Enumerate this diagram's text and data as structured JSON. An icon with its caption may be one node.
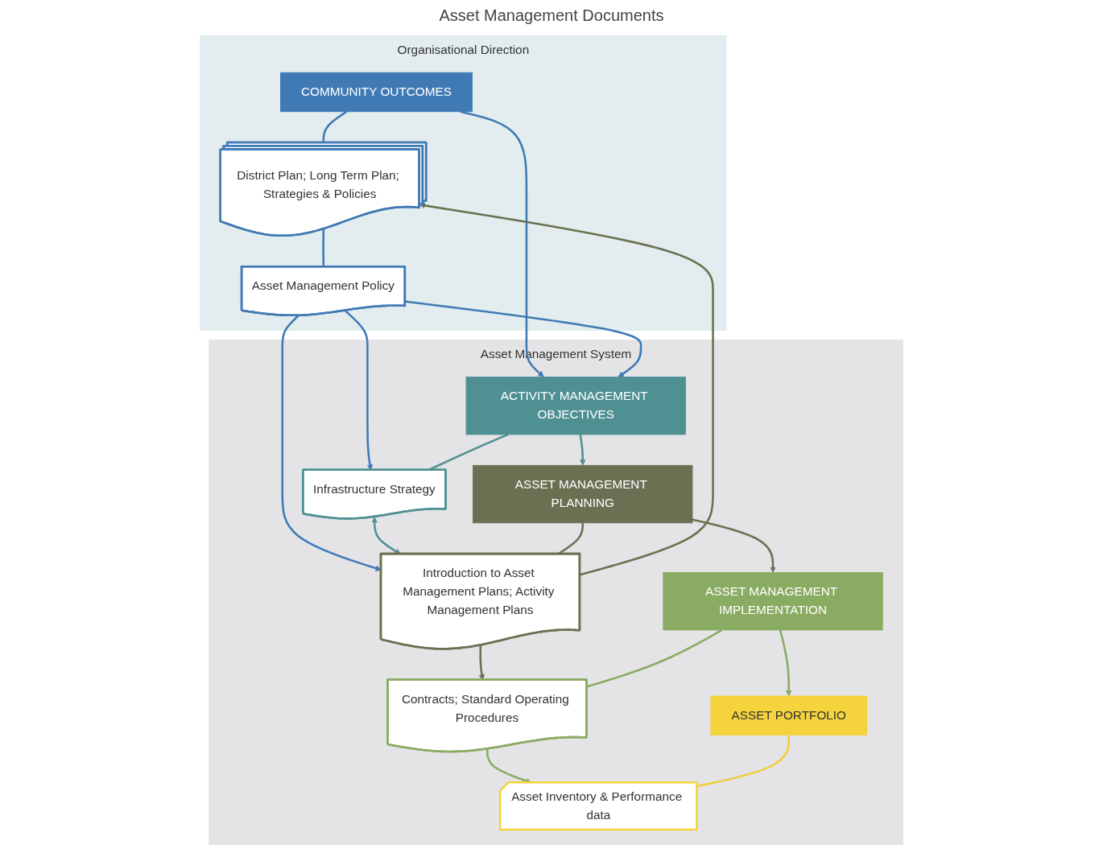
{
  "diagram": {
    "nodes": [
      {
        "text": [
          "Organisational Direction"
        ]
      },
      {
        "text": [
          "COMMUNITY OUTCOMES"
        ],
        "in": 0
      },
      {
        "text": [
          "District Plan; Long Term Plan; Strategies & Policies"
        ],
        "in": 0
      },
      {
        "text": [
          "Asset Management Policy"
        ],
        "in": 0
      },
      {
        "text": [
          "Asset Management System"
        ]
      },
      {
        "text": [
          "ACTIVITY MANAGEMENT OBJECTIVES"
        ],
        "in": 4
      },
      {
        "text": [
          "Infrastructure Strategy"
        ],
        "in": 4
      },
      {
        "text": [
          "ASSET MANAGEMENT PLANNING"
        ],
        "in": 4
      },
      {
        "text": [
          "Introduction to Asset Management Plans; Activity Management Plans"
        ],
        "in": 4
      },
      {
        "text": [
          "ASSET MANAGEMENT IMPLEMENTATION"
        ],
        "in": 4
      },
      {
        "text": [
          "Contracts; Standard Operating Procedures"
        ],
        "in": 4
      },
      {
        "text": [
          "ASSET PORTFOLIO"
        ],
        "in": 4
      },
      {
        "text": [
          "Asset Inventory & Performance data"
        ],
        "in": 4
      }
    ],
    "edges": [
      {
        "from": 1,
        "to": 2,
        "arrow": "none"
      },
      {
        "from": 2,
        "to": 3,
        "arrow": "none"
      },
      {
        "from": 1,
        "to": 5,
        "arrow": "to"
      },
      {
        "from": 3,
        "to": 5,
        "arrow": "to"
      },
      {
        "from": 3,
        "to": 6,
        "arrow": "to"
      },
      {
        "from": 3,
        "to": 8,
        "arrow": "to"
      },
      {
        "from": 8,
        "to": 2,
        "arrow": "to",
        "color": "#6b7052"
      },
      {
        "from": 5,
        "to": 6,
        "arrow": "none",
        "color": "#4f9093"
      },
      {
        "from": 6,
        "to": 8,
        "arrow": "both",
        "color": "#4f9093"
      },
      {
        "from": 5,
        "to": 7,
        "arrow": "to",
        "color": "#4f9093"
      },
      {
        "from": 7,
        "to": 8,
        "arrow": "none",
        "color": "#6b7052"
      },
      {
        "from": 8,
        "to": 10,
        "arrow": "to",
        "color": "#6b7052"
      },
      {
        "from": 7,
        "to": 9,
        "arrow": "to",
        "color": "#6b7052"
      },
      {
        "from": 9,
        "to": 10,
        "arrow": "none",
        "color": "#8aab62"
      },
      {
        "from": 9,
        "to": 11,
        "arrow": "to",
        "color": "#8aab62"
      },
      {
        "from": 10,
        "to": 12,
        "arrow": "to",
        "color": "#8aab62"
      },
      {
        "from": 11,
        "to": 12,
        "arrow": "none",
        "color": "#f0cf3a"
      }
    ],
    "labels": [
      "Asset Management Documents"
    ]
  }
}
